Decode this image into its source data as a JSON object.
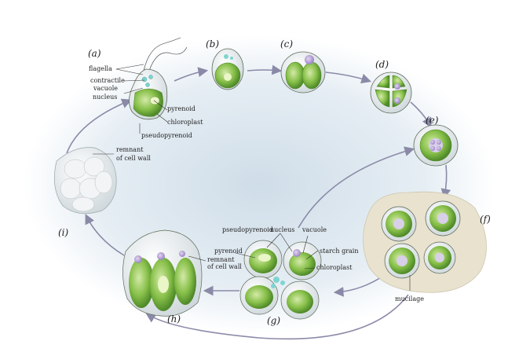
{
  "stages": {
    "a": "(a)",
    "b": "(b)",
    "c": "(c)",
    "d": "(d)",
    "e": "(e)",
    "f": "(f)",
    "g": "(g)",
    "h": "(h)",
    "i": "(i)"
  },
  "labels_a": {
    "flagella": "flagella",
    "contractile": "contractile",
    "vacuole": "vacuole",
    "nucleus": "nucleus",
    "pyrenoid": "pyrenoid",
    "chloroplast": "chloroplast",
    "pseudopyrenoid": "pseudopyrenoid"
  },
  "labels_i": {
    "remnant": "remnant",
    "of_cell_wall": "of cell wall"
  },
  "labels_f": {
    "mucilage": "mucilage"
  },
  "labels_g": {
    "pseudopyrenoid": "pseudopyrenoid",
    "nucleus": "nucleus",
    "vacuole": "vacuole",
    "pyrenoid": "pyrenoid",
    "starch_grain": "starch grain",
    "chloroplast": "chloroplast"
  },
  "labels_h": {
    "remnant": "remnant",
    "of_cell_wall": "of cell wall"
  },
  "colors": {
    "background_glow": "#dbe7ef",
    "chloroplast_green": "#7cb342",
    "chloroplast_light": "#c5e1a5",
    "cell_wall": "#e8eef0",
    "mucilage": "#e8e2cf",
    "nucleus": "#b9a3d6",
    "arrow": "#8a8aa8"
  }
}
